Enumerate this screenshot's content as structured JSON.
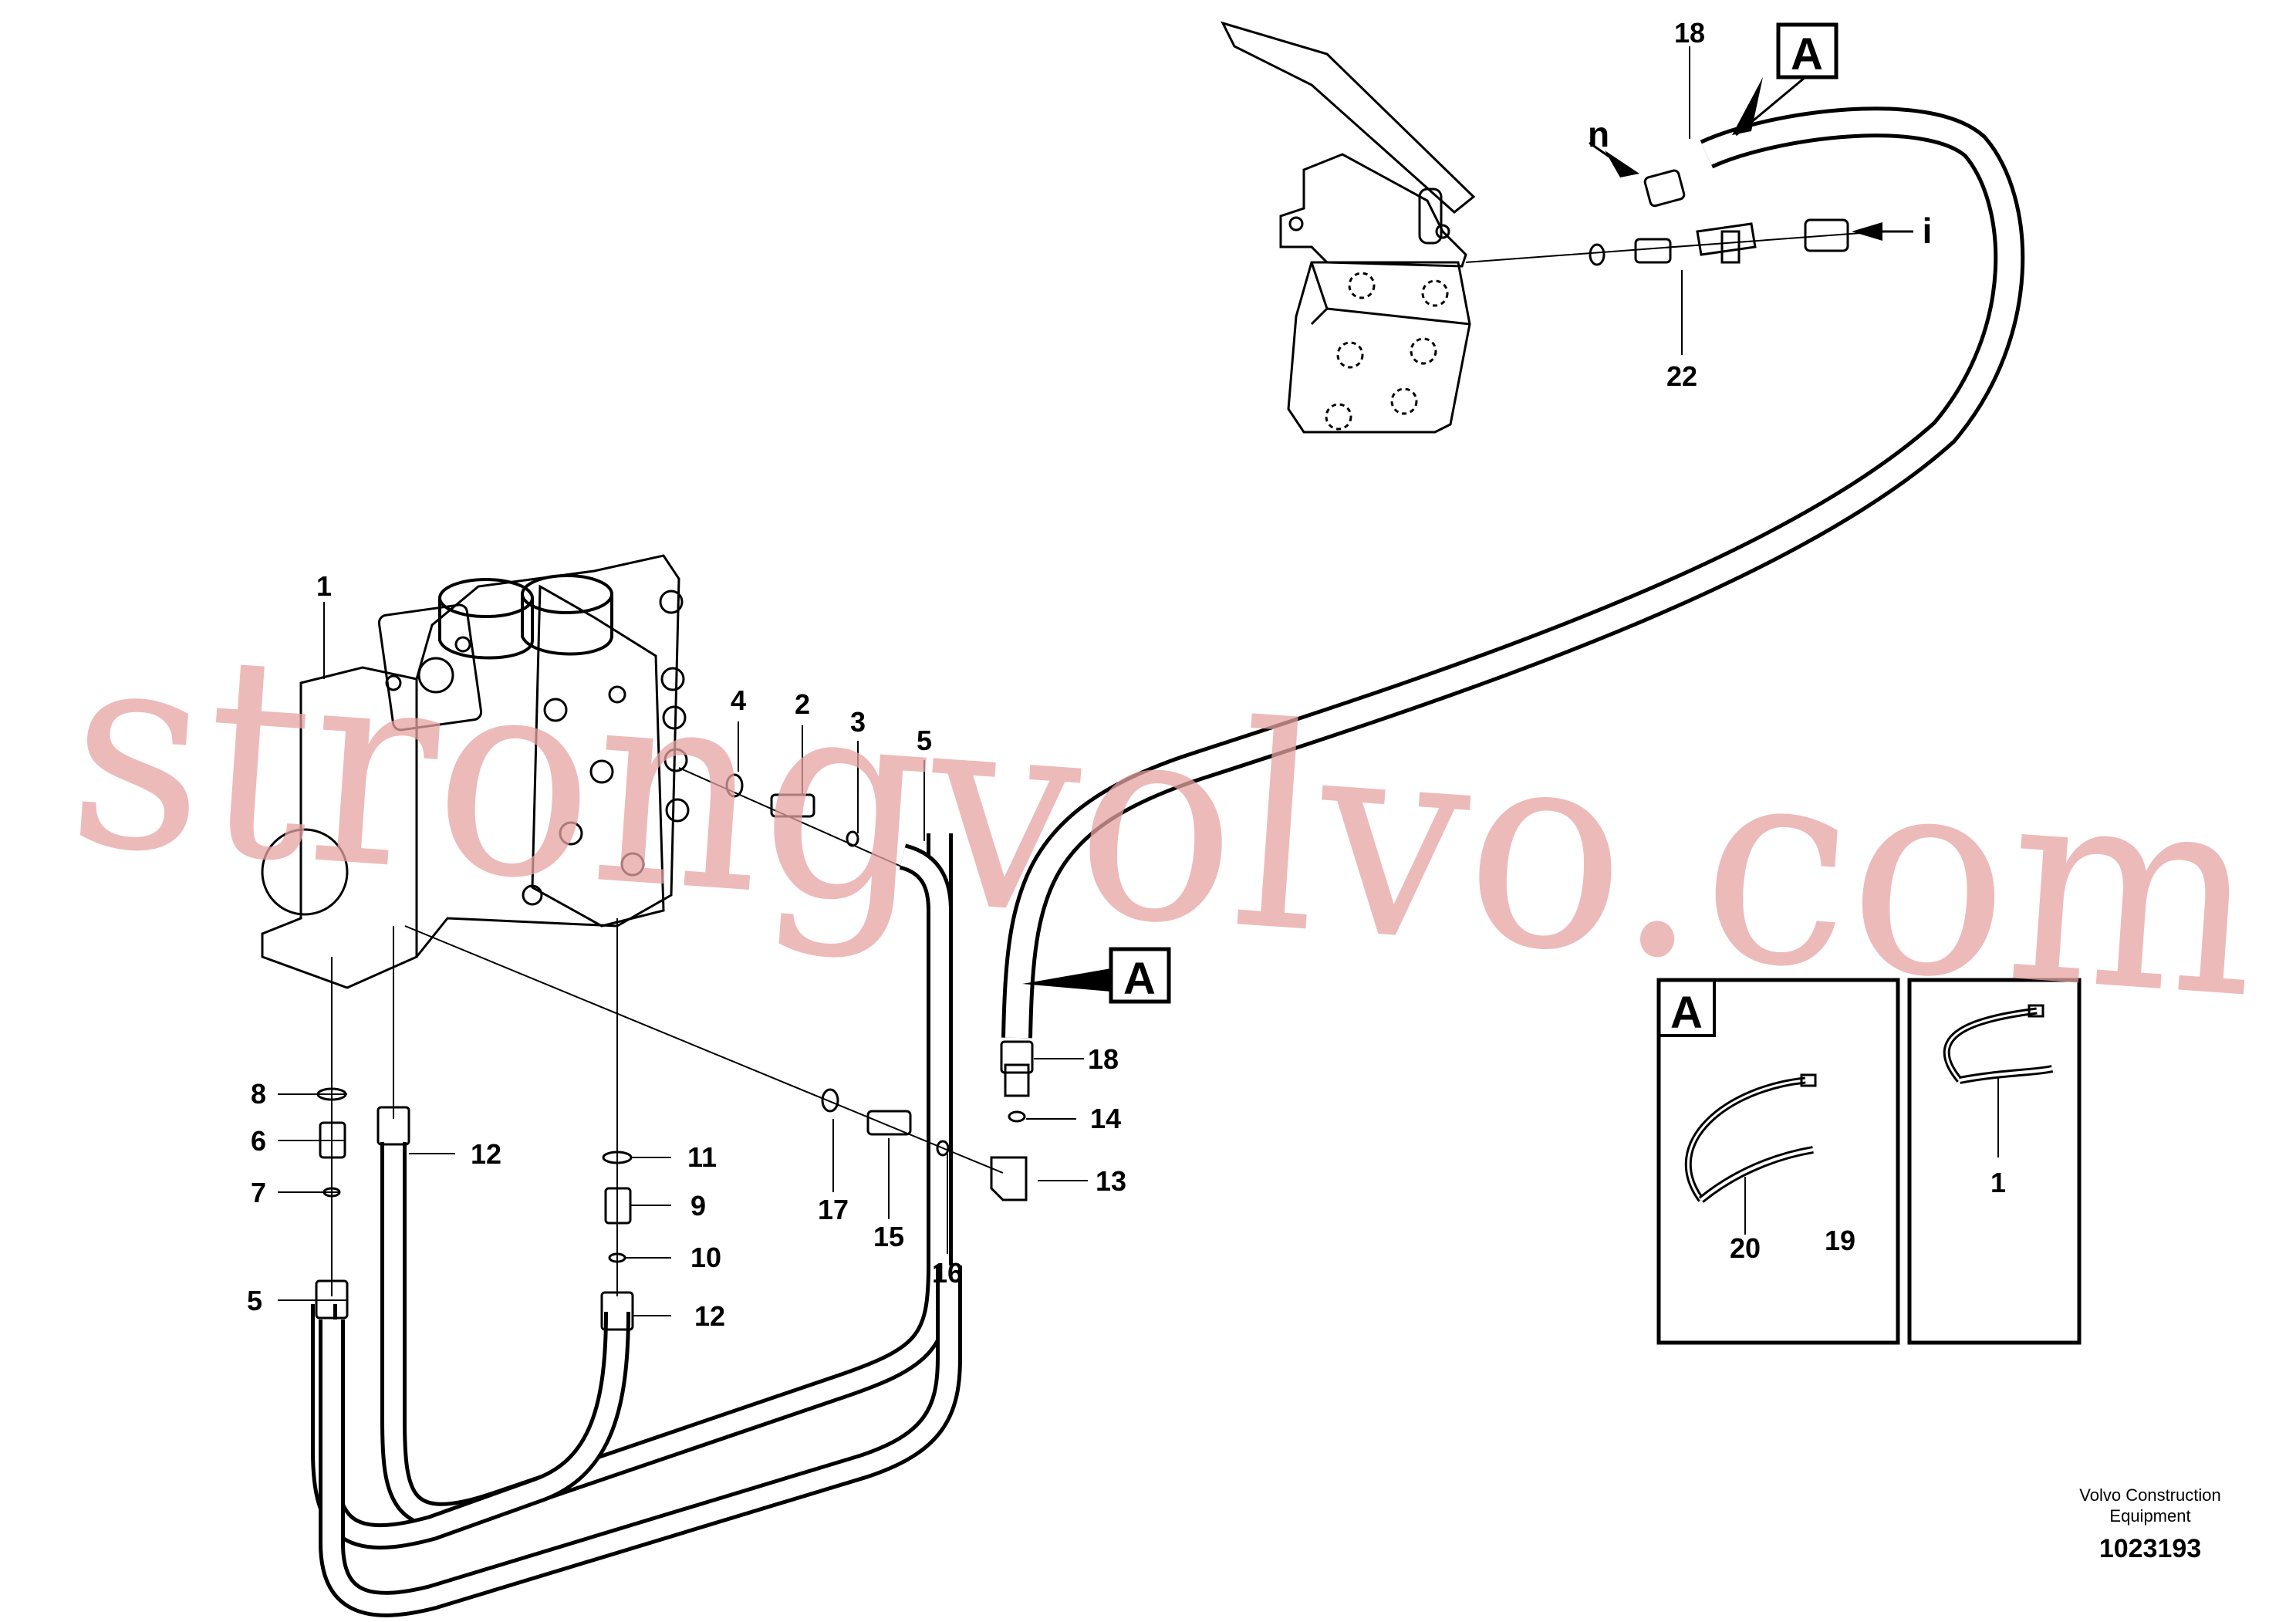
{
  "diagram": {
    "callouts": {
      "c1": "1",
      "c2": "2",
      "c3": "3",
      "c4": "4",
      "c5a": "5",
      "c5b": "5",
      "c6": "6",
      "c7": "7",
      "c8": "8",
      "c9": "9",
      "c10": "10",
      "c11": "11",
      "c12a": "12",
      "c12b": "12",
      "c13": "13",
      "c14": "14",
      "c15": "15",
      "c16": "16",
      "c17": "17",
      "c18a": "18",
      "c18b": "18",
      "c20": "20",
      "c19": "19",
      "c21": "1",
      "c22": "22",
      "cn": "n",
      "ci": "i"
    },
    "view_flags": {
      "flag_top": "A",
      "flag_mid": "A",
      "detail_box": "A"
    },
    "watermark": "strongvolvo.com",
    "caption": {
      "company_line1": "Volvo Construction",
      "company_line2": "Equipment",
      "drawing_number": "1023193"
    }
  }
}
